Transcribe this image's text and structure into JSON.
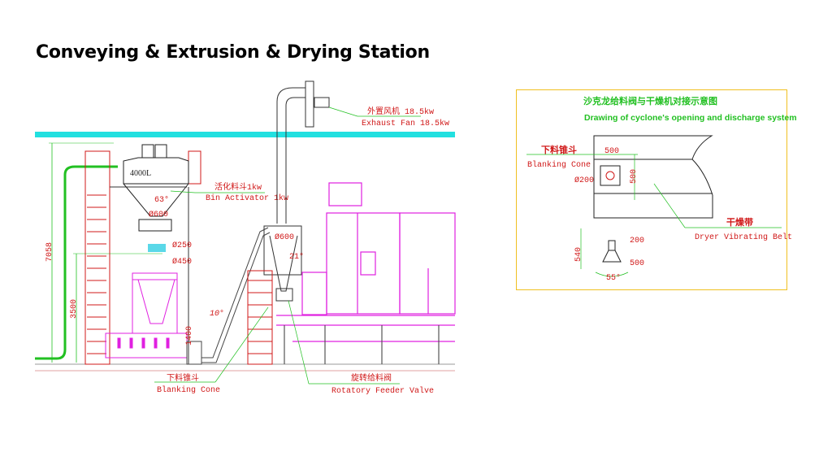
{
  "page": {
    "title": "Conveying & Extrusion & Drying Station"
  },
  "main_drawing": {
    "fan_cn": "外置风机 18.5kw",
    "fan_en": "Exhaust Fan 18.5kw",
    "tank_volume": "4000L",
    "activator_cn": "活化料斗1kw",
    "activator_en": "Bin Activator 1kw",
    "angle_hopper": "63°",
    "dia_600_hopper": "Ø600",
    "dia_250": "Ø250",
    "dia_450": "Ø450",
    "dia_600_cyclone": "Ø600",
    "angle_cyclone": "21°",
    "angle_conveyor": "10°",
    "height_total": "7058",
    "height_3500": "3500",
    "height_1400": "1400",
    "cone_cn": "下料锥斗",
    "cone_en": "Blanking Cone",
    "valve_cn": "旋转给料阀",
    "valve_en": "Rotatory Feeder Valve"
  },
  "detail_panel": {
    "title_cn": "沙克龙给料阀与干燥机对接示意图",
    "title_en": "Drawing of cyclone's opening and discharge system",
    "cone_cn": "下料锥斗",
    "cone_en": "Blanking Cone",
    "dim_500_h": "500",
    "dim_500_v": "500",
    "dia_200": "Ø200",
    "belt_cn": "干燥带",
    "belt_en": "Dryer Vibrating Belt",
    "dim_200": "200",
    "dim_540": "540",
    "dim_500_bottom": "500",
    "angle_55": "55°"
  },
  "colors": {
    "beam": "#22e0e0",
    "equipment": "#e020e0",
    "frame": "#d01818",
    "dimension": "#22c022",
    "panel_border": "#f0c020"
  }
}
